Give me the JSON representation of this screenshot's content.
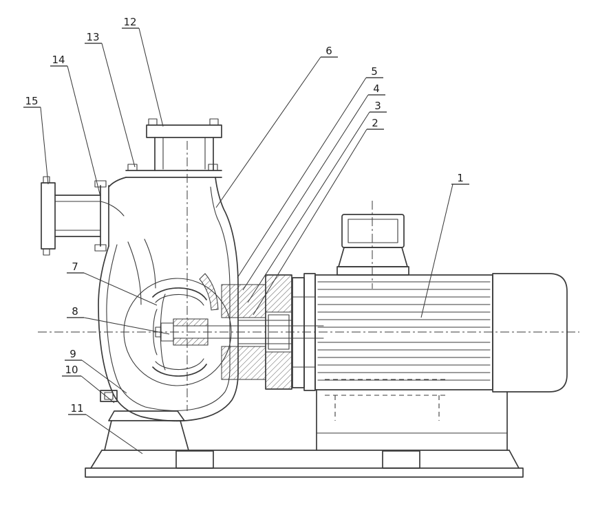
{
  "diagram": {
    "kind": "pump-cross-section-line-drawing",
    "colors": {
      "line": "#3a3a3a",
      "background": "#ffffff",
      "label_text": "#1d1d1d"
    }
  },
  "callouts": [
    {
      "label": "1"
    },
    {
      "label": "2"
    },
    {
      "label": "3"
    },
    {
      "label": "4"
    },
    {
      "label": "5"
    },
    {
      "label": "6"
    },
    {
      "label": "7"
    },
    {
      "label": "8"
    },
    {
      "label": "9"
    },
    {
      "label": "10"
    },
    {
      "label": "11"
    },
    {
      "label": "12"
    },
    {
      "label": "13"
    },
    {
      "label": "14"
    },
    {
      "label": "15"
    }
  ]
}
